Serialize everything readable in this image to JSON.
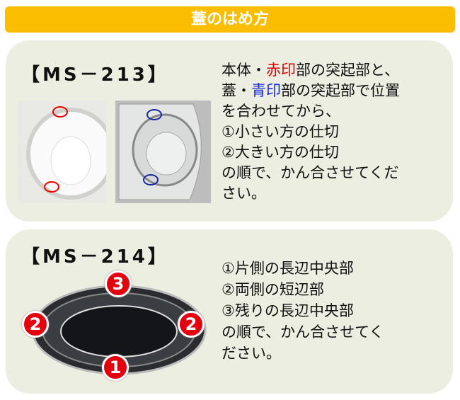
{
  "header": {
    "title": "蓋のはめ方"
  },
  "ms213": {
    "title": "【MS－213】",
    "line1_a": "本体・",
    "line1_red": "赤印",
    "line1_b": "部の突起部と、",
    "line2_a": "蓋・",
    "line2_blue": "青印",
    "line2_b": "部の突起部で位置",
    "line3": "を合わせてから、",
    "line4": "①小さい方の仕切",
    "line5": "②大きい方の仕切",
    "line6": "の順で、かん合させてくだ",
    "line7": "さい。"
  },
  "ms214": {
    "title": "【MS－214】",
    "lines": [
      "①片側の長辺中央部",
      "②両側の短辺部",
      "③残りの長辺中央部",
      "の順で、かん合させてく",
      "ださい。"
    ],
    "badges": [
      "1",
      "2",
      "2",
      "3"
    ]
  },
  "colors": {
    "header": "#fbbd00",
    "panel": "#ebeee0",
    "red": "#e00000",
    "blue": "#1a28d8"
  }
}
